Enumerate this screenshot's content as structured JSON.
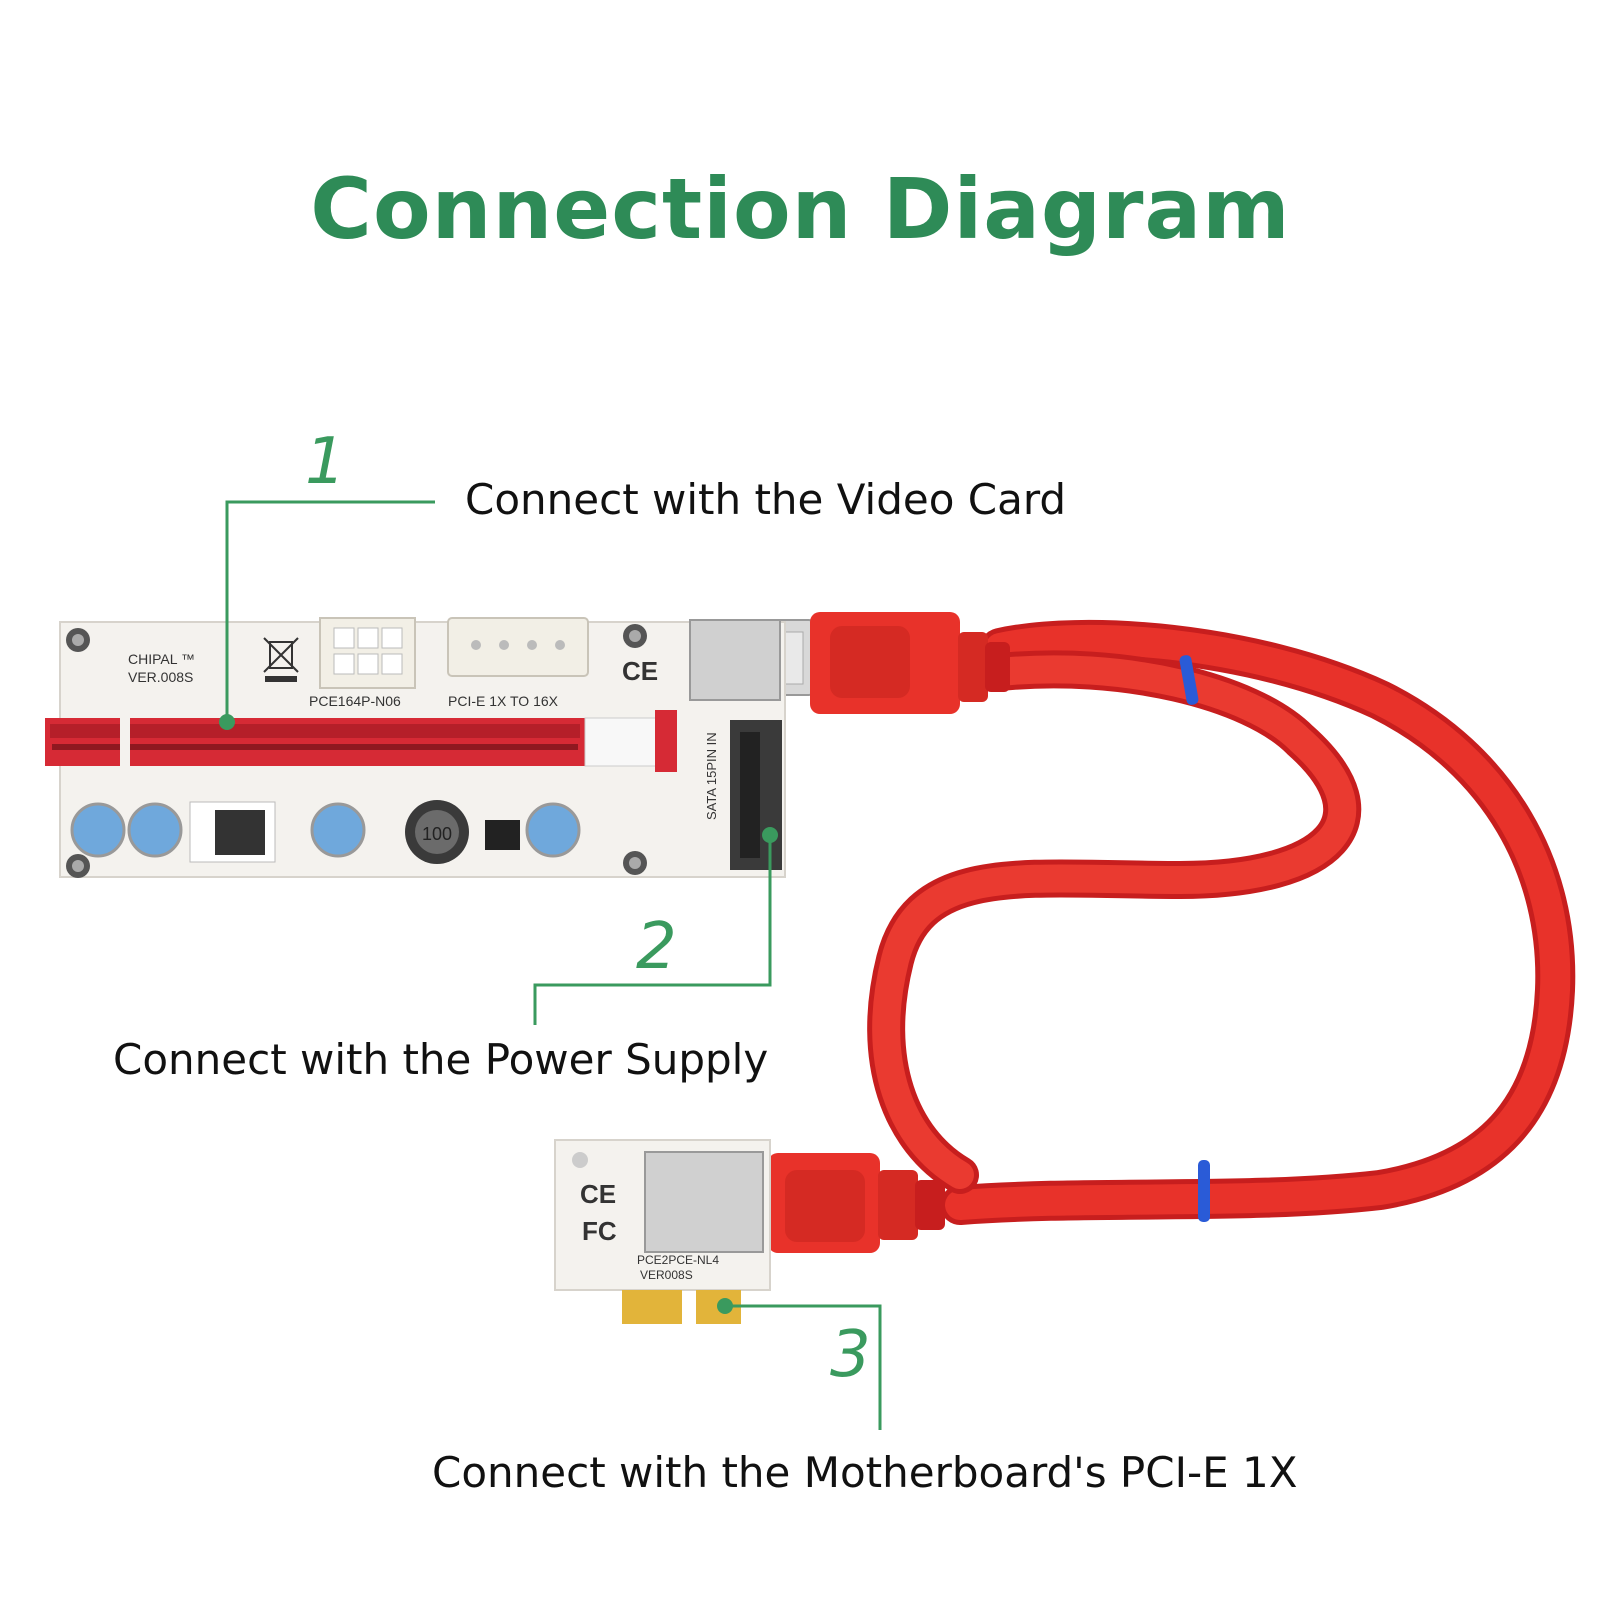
{
  "title": "Connection Diagram",
  "callouts": [
    {
      "number": "1",
      "label": "Connect with the Video Card"
    },
    {
      "number": "2",
      "label": "Connect with the Power Supply"
    },
    {
      "number": "3",
      "label": "Connect with the Motherboard's PCI-E 1X"
    }
  ],
  "board": {
    "brand": "CHIPAL ™",
    "version": "VER.008S",
    "power_model": "PCE164P-N06",
    "slot_label": "PCI-E 1X TO 16X",
    "sata_label": "SATA 15PIN IN",
    "inductor": "100"
  },
  "adapter": {
    "model": "PCE2PCE-NL4",
    "version": "VER008S"
  },
  "colors": {
    "title_green": "#2e8b57",
    "line_green": "#3a9a5e",
    "cable_red": "#e8322a",
    "slot_red": "#d62a35",
    "band_blue": "#2a5bd7"
  }
}
